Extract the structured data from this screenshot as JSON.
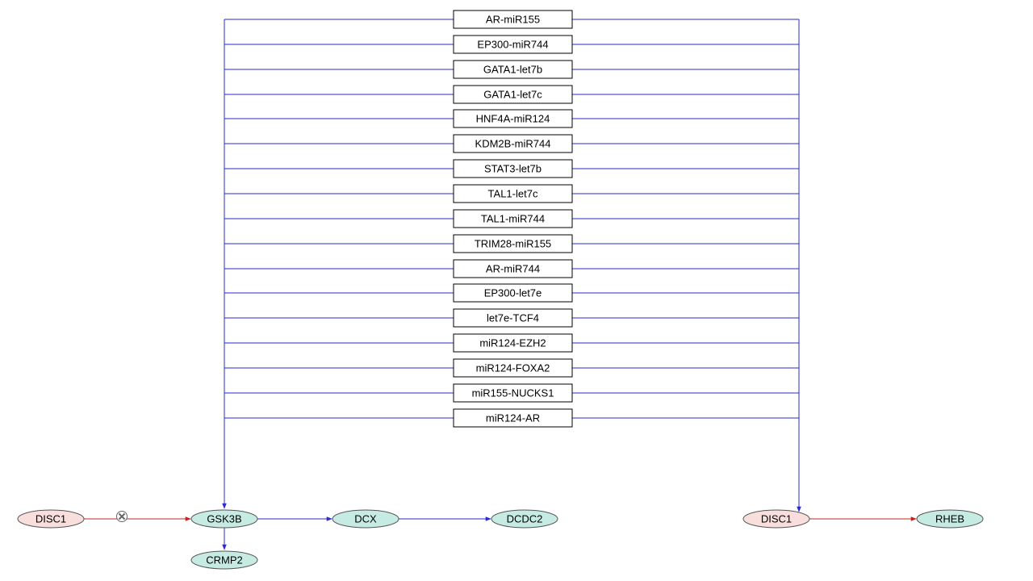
{
  "colors": {
    "regulation_line": "#2b2bd1",
    "inhibition_line": "#cc1f1f",
    "node_pink": "#f9dede",
    "node_teal": "#c6ebe3",
    "box_border": "#000000"
  },
  "regulators": [
    "AR-miR155",
    "EP300-miR744",
    "GATA1-let7b",
    "GATA1-let7c",
    "HNF4A-miR124",
    "KDM2B-miR744",
    "STAT3-let7b",
    "TAL1-let7c",
    "TAL1-miR744",
    "TRIM28-miR155",
    "AR-miR744",
    "EP300-let7e",
    "let7e-TCF4",
    "miR124-EZH2",
    "miR124-FOXA2",
    "miR155-NUCKS1",
    "miR124-AR"
  ],
  "nodes": {
    "disc1_left": {
      "label": "DISC1",
      "color": "pink"
    },
    "gsk3b": {
      "label": "GSK3B",
      "color": "teal"
    },
    "dcx": {
      "label": "DCX",
      "color": "teal"
    },
    "dcdc2": {
      "label": "DCDC2",
      "color": "teal"
    },
    "crmp2": {
      "label": "CRMP2",
      "color": "teal"
    },
    "disc1_right": {
      "label": "DISC1",
      "color": "pink"
    },
    "rheb": {
      "label": "RHEB",
      "color": "teal"
    }
  },
  "edges": [
    {
      "from": "disc1_left",
      "to": "gsk3b",
      "color": "red",
      "marker": "x-circle"
    },
    {
      "from": "gsk3b",
      "to": "dcx",
      "color": "blue"
    },
    {
      "from": "dcx",
      "to": "dcdc2",
      "color": "blue"
    },
    {
      "from": "gsk3b",
      "to": "crmp2",
      "color": "blue"
    },
    {
      "from": "disc1_right",
      "to": "rheb",
      "color": "red"
    }
  ]
}
